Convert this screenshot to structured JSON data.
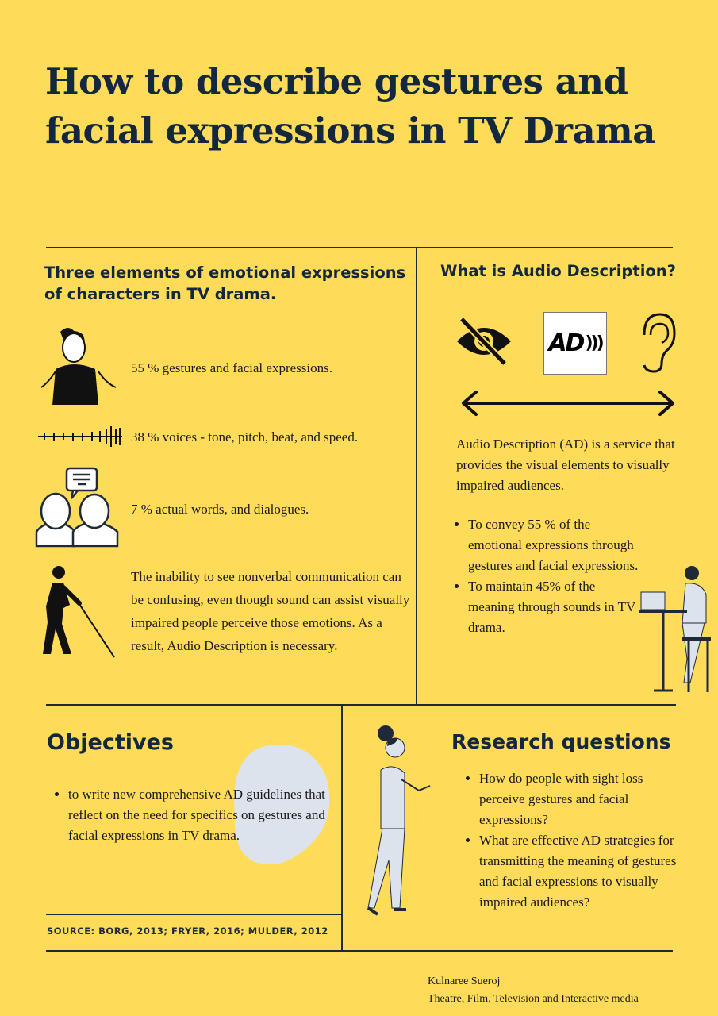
{
  "title": "How to describe gestures and facial expressions in TV Drama",
  "left_section": {
    "heading": "Three elements of emotional expressions of characters in TV drama.",
    "items": [
      {
        "icon": "shrugging-woman-icon",
        "text": "55 % gestures and facial expressions."
      },
      {
        "icon": "sound-wave-icon",
        "text": "38 % voices - tone, pitch, beat, and speed."
      },
      {
        "icon": "two-people-talking-icon",
        "text": "7 % actual words, and dialogues."
      }
    ],
    "note": "The inability to see nonverbal communication can be confusing, even though sound can assist visually impaired people perceive those emotions. As a result, Audio Description is necessary."
  },
  "right_section": {
    "heading": "What is Audio Description?",
    "ad_logo": "AD",
    "definition": "Audio Description (AD) is a service that provides the visual elements to visually impaired audiences.",
    "bullets": [
      "To convey 55 % of the emotional expressions through gestures and facial expressions.",
      "To maintain 45% of the meaning through sounds in TV drama."
    ]
  },
  "objectives": {
    "heading": "Objectives",
    "bullets": [
      "to write new comprehensive AD guidelines that reflect on the need for specifics on gestures and facial expressions in TV drama."
    ]
  },
  "research": {
    "heading": "Research questions",
    "bullets": [
      "How do people with sight loss perceive gestures and facial expressions?",
      "What are effective AD strategies for transmitting the meaning of gestures and facial expressions to visually impaired audiences?"
    ]
  },
  "source": "SOURCE: BORG, 2013; FRYER, 2016; MULDER, 2012",
  "author": {
    "name": "Kulnaree Sueroj",
    "department": "Theatre, Film, Television and Interactive media"
  },
  "colors": {
    "background": "#FEDC5A",
    "title": "#13283D"
  }
}
